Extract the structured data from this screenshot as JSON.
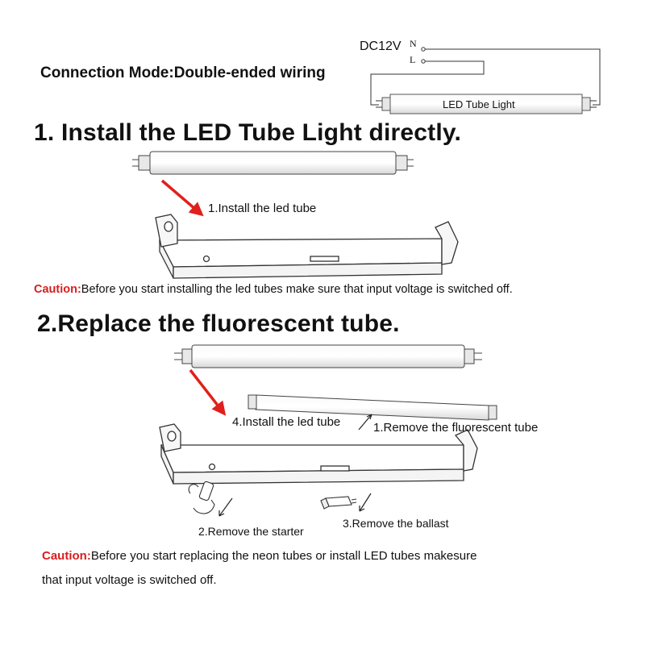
{
  "wiring": {
    "heading": "Connection Mode:Double-ended wiring",
    "supply": "DC12V",
    "terminal_n": "N",
    "terminal_l": "L",
    "tube_label": "LED Tube Light"
  },
  "section1": {
    "title": "1. Install the LED Tube Light directly.",
    "step_label": "1.Install the led tube",
    "caution_prefix": "Caution:",
    "caution_text": "Before you start installing the led tubes make sure that input voltage is switched off."
  },
  "section2": {
    "title": "2.Replace the fluorescent tube.",
    "step_install": "4.Install the led tube",
    "step_remove_tube": "1.Remove the fluorescent tube",
    "step_remove_starter": "2.Remove the starter",
    "step_remove_ballast": "3.Remove the ballast",
    "caution_prefix": "Caution:",
    "caution_line1": "Before you start  replacing the neon tubes  or install LED tubes  makesure",
    "caution_line2": "that input  voltage is switched off."
  },
  "colors": {
    "arrow": "#e0201c",
    "caution": "#d81e1e",
    "line": "#333333"
  }
}
